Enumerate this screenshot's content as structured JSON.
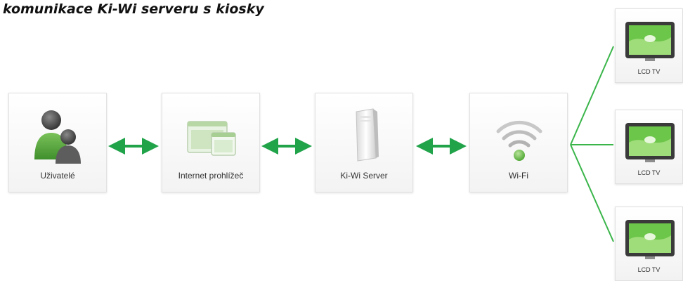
{
  "title": "komunikace Ki-Wi serveru s kiosky",
  "nodes": [
    {
      "label": "Uživatelé",
      "icon": "users-icon"
    },
    {
      "label": "Internet prohlížeč",
      "icon": "browser-windows-icon"
    },
    {
      "label": "Ki-Wi Server",
      "icon": "server-tower-icon"
    },
    {
      "label": "Wi-Fi",
      "icon": "wifi-icon"
    }
  ],
  "displays": [
    {
      "label": "LCD TV",
      "icon": "lcd-tv-icon"
    },
    {
      "label": "LCD TV",
      "icon": "lcd-tv-icon"
    },
    {
      "label": "LCD TV",
      "icon": "lcd-tv-icon"
    }
  ],
  "colors": {
    "connector": "#21a34a",
    "branch": "#3ab54a",
    "accent_green": "#5cc23a"
  }
}
